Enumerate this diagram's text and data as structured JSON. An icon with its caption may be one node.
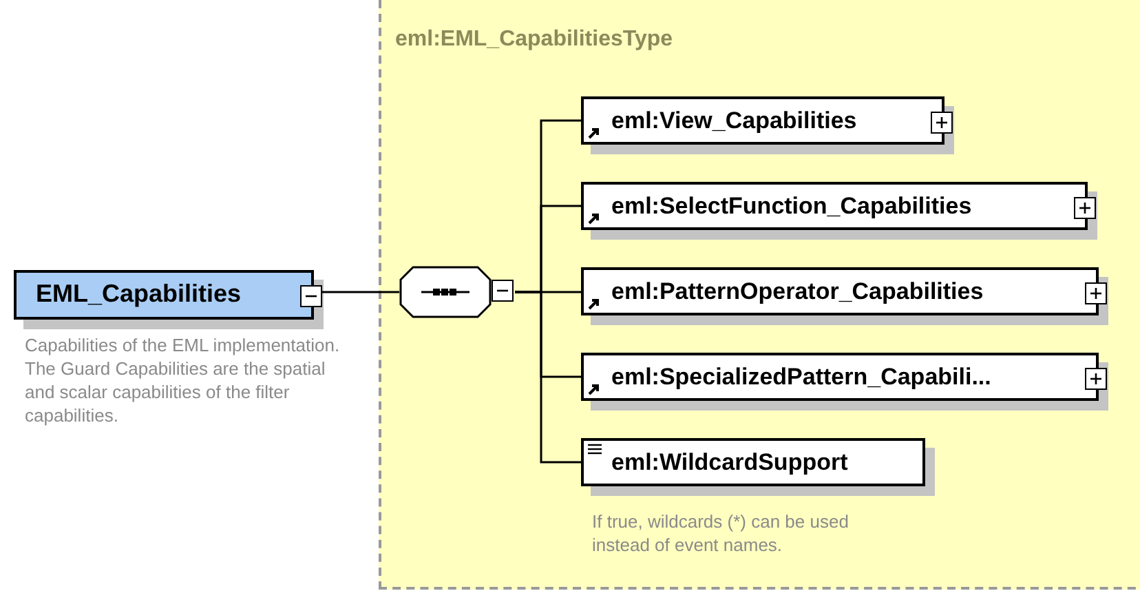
{
  "diagram": {
    "nodes": [
      {
        "text": [
          "EML_Capabilities"
        ],
        "beside": [
          "Capabilities of the EML implementation. The Guard Capabilities are the spatial and scalar capabilities of the filter capabilities."
        ]
      },
      {
        "text": [
          "eml:EML_CapabilitiesType"
        ]
      },
      {
        "text": [],
        "shape": "octagon",
        "in": 1
      },
      {
        "text": [
          "eml:View_Capabilities"
        ],
        "in": 1
      },
      {
        "text": [
          "eml:SelectFunction_Capabilities"
        ],
        "in": 1
      },
      {
        "text": [
          "eml:PatternOperator_Capabilities"
        ],
        "in": 1
      },
      {
        "text": [
          "eml:SpecializedPattern_Capabili..."
        ],
        "in": 1
      },
      {
        "text": [
          "eml:WildcardSupport"
        ],
        "in": 1,
        "beside": [
          "If true, wildcards (*) can be used instead of event names."
        ]
      }
    ],
    "edges": [
      {
        "from": 0,
        "to": 2,
        "arrow": "none"
      },
      {
        "from": 2,
        "to": 3,
        "arrow": "none"
      },
      {
        "from": 2,
        "to": 4,
        "arrow": "none"
      },
      {
        "from": 2,
        "to": 5,
        "arrow": "none"
      },
      {
        "from": 2,
        "to": 6,
        "arrow": "none"
      },
      {
        "from": 2,
        "to": 7,
        "arrow": "none"
      }
    ]
  }
}
